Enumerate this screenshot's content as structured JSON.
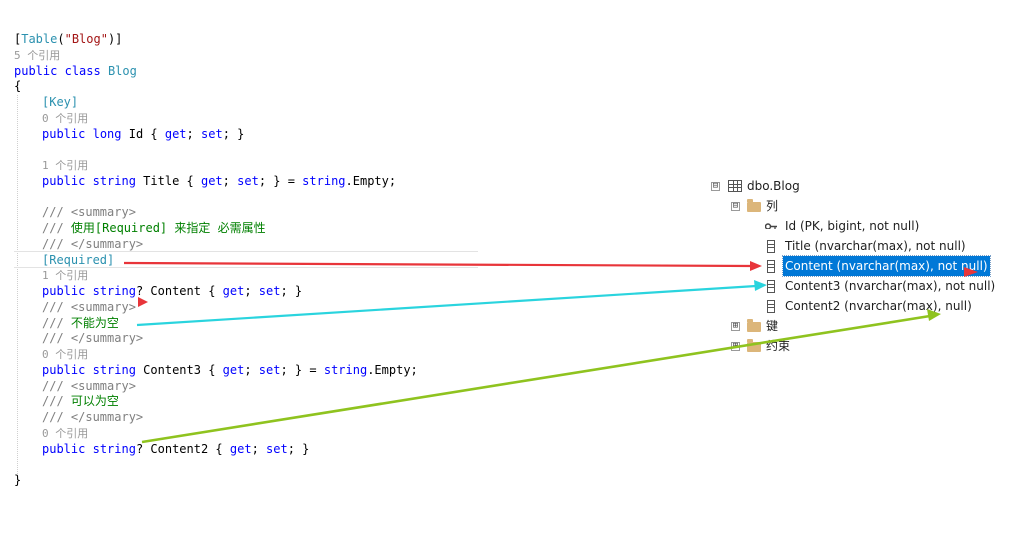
{
  "code": {
    "table_attr_open": "[",
    "table_attr_name": "Table",
    "table_attr_paren_open": "(",
    "table_attr_arg": "\"Blog\"",
    "table_attr_close": ")]",
    "refs_class": "5 个引用",
    "kw_public": "public",
    "kw_class": "class",
    "class_name": "Blog",
    "brace_open": "{",
    "key_attr": "[Key]",
    "refs_id": "0 个引用",
    "kw_long": "long",
    "prop_id_rest": " Id { ",
    "kw_get": "get",
    "kw_set": "set",
    "refs_title": "1 个引用",
    "kw_string": "string",
    "prop_title_rest": " Title { ",
    "string_empty": ".Empty;",
    "doc_prefix": "/// ",
    "summary_open": "<summary>",
    "summary_close": "</summary>",
    "comment_required": "使用[Required] 来指定 必需属性",
    "required_attr": "[Required]",
    "refs_content": "1 个引用",
    "prop_content_rest": "? Content { ",
    "comment_not_null": "不能为空",
    "refs_content3": "0 个引用",
    "prop_content3_rest": " Content3 { ",
    "comment_nullable": "可以为空",
    "refs_content2": "0 个引用",
    "prop_content2_rest": "? Content2 { ",
    "brace_close": "}"
  },
  "tree": {
    "table_label": "dbo.Blog",
    "columns_folder": "列",
    "col_id": "Id (PK, bigint, not null)",
    "col_title": "Title (nvarchar(max), not null)",
    "col_content": "Content (nvarchar(max), not null)",
    "col_content3": "Content3 (nvarchar(max), not null)",
    "col_content2": "Content2 (nvarchar(max), null)",
    "keys_folder": "键",
    "constraints_folder": "约束",
    "expanded_glyph": "⊟",
    "collapsed_glyph": "⊞"
  },
  "colors": {
    "keyword": "#0000ff",
    "type": "#2b91af",
    "string": "#a31515",
    "comment": "#008000",
    "selection": "#0078d7",
    "arrow_red": "#e8353a",
    "arrow_cyan": "#2ad4de",
    "arrow_green": "#8fc31f"
  }
}
